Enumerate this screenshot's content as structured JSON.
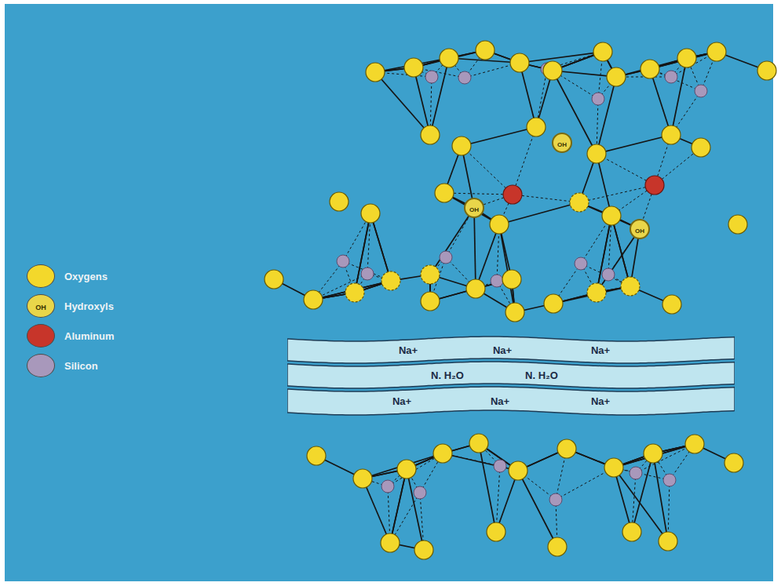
{
  "diagram": {
    "nodes": [
      {
        "text": [
          "Na+",
          "Na+",
          "Na+"
        ]
      },
      {
        "text": [
          "N. H₂O",
          "N. H₂O"
        ]
      },
      {
        "text": [
          "Na+",
          "Na+",
          "Na+"
        ]
      }
    ],
    "labels": [
      "OH",
      "OH",
      "OH",
      "OH"
    ],
    "legend": [
      {
        "text": "Oxygens",
        "color": "#f3d82b"
      },
      {
        "text": "Hydroxyls",
        "color": "#e9d64a"
      },
      {
        "text": "Aluminum",
        "color": "#c7352a"
      },
      {
        "text": "Silicon",
        "color": "#a898bb"
      }
    ]
  }
}
